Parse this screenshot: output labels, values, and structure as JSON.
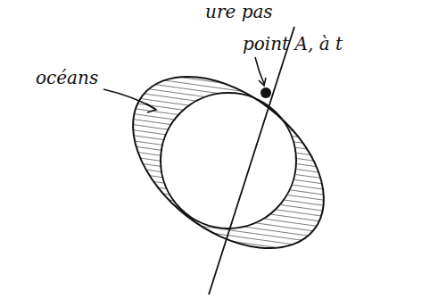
{
  "diagram": {
    "labels": [
      "ure pas",
      "point A, à t",
      "océans"
    ]
  }
}
